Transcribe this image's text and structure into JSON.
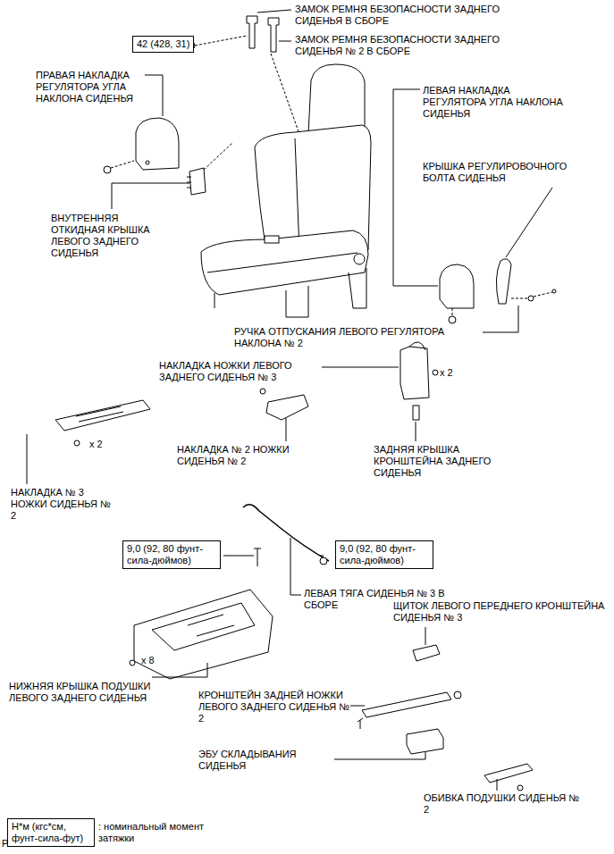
{
  "diagram": {
    "nodes": [
      {
        "text": [
          "42 (428, 31)"
        ]
      },
      {
        "text": [
          "9,0 (92, 80 фунт-сила-дюймов)"
        ]
      },
      {
        "text": [
          "9,0 (92, 80 фунт-сила-дюймов)"
        ]
      },
      {
        "text": [
          "Н*м (кгс*см, фунт-сила-фут)"
        ]
      }
    ],
    "labels": [
      "ЗАМОК РЕМНЯ БЕЗОПАСНОСТИ ЗАДНЕГО СИДЕНЬЯ В СБОРЕ",
      "ЗАМОК РЕМНЯ БЕЗОПАСНОСТИ ЗАДНЕГО СИДЕНЬЯ № 2 В СБОРЕ",
      "ПРАВАЯ НАКЛАДКА РЕГУЛЯТОРА УГЛА НАКЛОНА СИДЕНЬЯ",
      "ВНУТРЕННЯЯ ОТКИДНАЯ КРЫШКА ЛЕВОГО ЗАДНЕГО СИДЕНЬЯ",
      "ЛЕВАЯ НАКЛАДКА РЕГУЛЯТОРА УГЛА НАКЛОНА СИДЕНЬЯ",
      "КРЫШКА РЕГУЛИРОВОЧНОГО БОЛТА СИДЕНЬЯ",
      "РУЧКА ОТПУСКАНИЯ ЛЕВОГО РЕГУЛЯТОРА НАКЛОНА № 2",
      "НАКЛАДКА НОЖКИ ЛЕВОГО ЗАДНЕГО СИДЕНЬЯ № 3",
      "x 2",
      "НАКЛАДКА № 2 НОЖКИ СИДЕНЬЯ № 2",
      "x 2",
      "ЗАДНЯЯ КРЫШКА КРОНШТЕЙНА ЗАДНЕГО СИДЕНЬЯ",
      "НАКЛАДКА № 3 НОЖКИ СИДЕНЬЯ № 2",
      "ЛЕВАЯ ТЯГА СИДЕНЬЯ № 3 В СБОРЕ",
      "ЩИТОК ЛЕВОГО ПЕРЕДНЕГО КРОНШТЕЙНА СИДЕНЬЯ № 3",
      "x 8",
      "НИЖНЯЯ КРЫШКА ПОДУШКИ ЛЕВОГО ЗАДНЕГО СИДЕНЬЯ",
      "КРОНШТЕЙН ЗАДНЕЙ НОЖКИ ЛЕВОГО ЗАДНЕГО СИДЕНЬЯ № 2",
      "ЭБУ СКЛАДЫВАНИЯ СИДЕНЬЯ",
      "ОБИВКА ПОДУШКИ СИДЕНЬЯ № 2",
      ": номинальный момент затяжки",
      "P"
    ]
  }
}
